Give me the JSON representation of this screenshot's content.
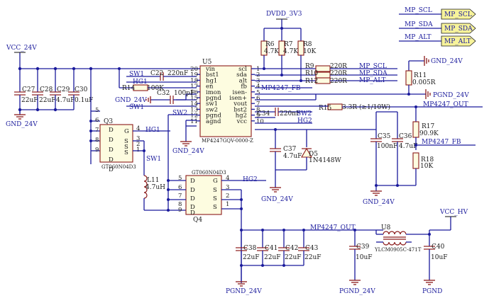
{
  "power": {
    "vcc_24v": "VCC_24V",
    "dvdd_3v3": "DVDD_3V3",
    "gnd_24v": "GND_24V",
    "pgnd_24v": "PGND_24V",
    "vcc_hv": "VCC_HV",
    "pgnd": "PGND"
  },
  "nets": {
    "mp_scl": "MP_SCL",
    "mp_sda": "MP_SDA",
    "mp_alt": "MP_ALT",
    "sw1": "SW1",
    "sw2": "SW2",
    "hg1": "HG1",
    "hg2": "HG2",
    "mp4247_fb": "MP4247_FB",
    "mp4247_out": "MP4247_OUT"
  },
  "u5": {
    "ref": "U5",
    "part": "MP4247GQV-0000-Z",
    "left_pins": [
      {
        "num": "20",
        "name": "vin"
      },
      {
        "num": "19",
        "name": "bst1"
      },
      {
        "num": "18",
        "name": "hg1"
      },
      {
        "num": "17",
        "name": "en"
      },
      {
        "num": "16",
        "name": "imon"
      },
      {
        "num": "15",
        "name": "pgnd"
      },
      {
        "num": "14",
        "name": "sw1"
      },
      {
        "num": "13",
        "name": "sw2"
      },
      {
        "num": "12",
        "name": "pgnd"
      },
      {
        "num": "11",
        "name": "agnd"
      }
    ],
    "right_pins": [
      {
        "num": "1",
        "name": "scl"
      },
      {
        "num": "2",
        "name": "sda"
      },
      {
        "num": "3",
        "name": "alt"
      },
      {
        "num": "4",
        "name": "fb"
      },
      {
        "num": "5",
        "name": "isen-"
      },
      {
        "num": "6",
        "name": "isen+"
      },
      {
        "num": "7",
        "name": "vout"
      },
      {
        "num": "8",
        "name": "bst2"
      },
      {
        "num": "9",
        "name": "hg2"
      },
      {
        "num": "10",
        "name": "vcc"
      }
    ]
  },
  "q3": {
    "ref": "Q3",
    "part": "GT060N04D3",
    "left_pins": [
      {
        "num": "5",
        "name": "D"
      },
      {
        "num": "6",
        "name": "D"
      },
      {
        "num": "7",
        "name": "D"
      },
      {
        "num": "8",
        "name": "D"
      },
      {
        "num": "9",
        "name": "D"
      }
    ],
    "right_pins": [
      {
        "num": "4",
        "name": "G"
      },
      {
        "num": "3",
        "name": "S"
      },
      {
        "num": "2",
        "name": "S"
      },
      {
        "num": "1",
        "name": "S"
      }
    ]
  },
  "q4": {
    "ref": "Q4",
    "part": "GT060N04D3",
    "left_pins": [
      {
        "num": "5",
        "name": "D"
      },
      {
        "num": "6",
        "name": "D"
      },
      {
        "num": "7",
        "name": "D"
      },
      {
        "num": "8",
        "name": "D"
      },
      {
        "num": "9",
        "name": "D"
      }
    ],
    "right_pins": [
      {
        "num": "4",
        "name": "G"
      },
      {
        "num": "3",
        "name": "S"
      },
      {
        "num": "2",
        "name": "S"
      },
      {
        "num": "1",
        "name": "S"
      }
    ]
  },
  "components": {
    "c27": {
      "ref": "C27",
      "value": "22uF"
    },
    "c28": {
      "ref": "C28",
      "value": "22uF"
    },
    "c29": {
      "ref": "C29",
      "value": "4.7uF"
    },
    "c30": {
      "ref": "C30",
      "value": "0.1uF"
    },
    "c22": {
      "ref": "C22",
      "value": "220nF"
    },
    "c32": {
      "ref": "C32",
      "value": "100pF"
    },
    "c34": {
      "ref": "C34",
      "value": "220nF"
    },
    "c35": {
      "ref": "C35",
      "value": "100nF"
    },
    "c36": {
      "ref": "C36",
      "value": "4.7uF"
    },
    "c37": {
      "ref": "C37",
      "value": "4.7uF"
    },
    "c38": {
      "ref": "C38",
      "value": "22uF"
    },
    "c41": {
      "ref": "C41",
      "value": "22uF"
    },
    "c42": {
      "ref": "C42",
      "value": "22uF"
    },
    "c43": {
      "ref": "C43",
      "value": "22uF"
    },
    "c39": {
      "ref": "C39",
      "value": "10uF"
    },
    "c40": {
      "ref": "C40",
      "value": "10uF"
    },
    "r6": {
      "ref": "R6",
      "value": "4.7K"
    },
    "r7": {
      "ref": "R7",
      "value": "4.7K"
    },
    "r8": {
      "ref": "R8",
      "value": "10K"
    },
    "r9": {
      "ref": "R9",
      "value": "220R"
    },
    "r10": {
      "ref": "R10",
      "value": "220R"
    },
    "r12": {
      "ref": "R12",
      "value": "220R"
    },
    "r11": {
      "ref": "R11",
      "value": "0.005R"
    },
    "r14": {
      "ref": "R14",
      "value": "100K"
    },
    "r15": {
      "ref": "R15",
      "value": "3.3R (≥1/10W)"
    },
    "r17": {
      "ref": "R17",
      "value": "90.9K"
    },
    "r18": {
      "ref": "R18",
      "value": "10K"
    },
    "l11": {
      "ref": "L11",
      "value": "4.7uH"
    },
    "d5": {
      "ref": "D5",
      "value": "1N4148W"
    },
    "u8": {
      "ref": "U8",
      "value": "YLCM0905C-471T"
    }
  },
  "colors": {
    "wire": "#1a1a9c",
    "component": "#8b1a1a",
    "body_fill": "#fdfce0",
    "port_flag": "#f7f39a"
  }
}
